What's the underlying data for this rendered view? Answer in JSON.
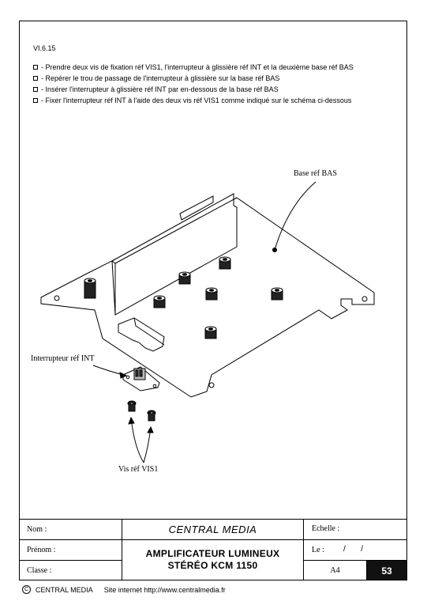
{
  "step_id": "VI.6.15",
  "instructions": [
    "- Prendre deux vis de fixation réf VIS1, l'interrupteur à glissière réf INT et la deuxième base réf BAS",
    "- Repérer le trou de passage de l'interrupteur à glissière sur la base réf BAS",
    "- Insérer l'interrupteur à glissière réf INT par en-dessous de la base réf BAS",
    "- Fixer l'interrupteur réf INT à l'aide des deux vis réf VIS1 comme indiqué sur le schéma ci-dessous"
  ],
  "callouts": {
    "base": "Base réf BAS",
    "switch": "Interrupteur réf INT",
    "screws": "Vis réf VIS1"
  },
  "title_block": {
    "nom_label": "Nom :",
    "prenom_label": "Prénom :",
    "classe_label": "Classe :",
    "company": "CENTRAL MEDIA",
    "title_line1": "AMPLIFICATEUR LUMINEUX",
    "title_line2": "STÉRÉO KCM 1150",
    "echelle_label": "Echelle :",
    "le_label": "Le :",
    "date_slashes": "/       /",
    "format": "A4",
    "page_number": "53"
  },
  "footer": {
    "copyright_symbol": "C",
    "company": "CENTRAL MEDIA",
    "website": "Site internet http://www.centralmedia.fr"
  }
}
